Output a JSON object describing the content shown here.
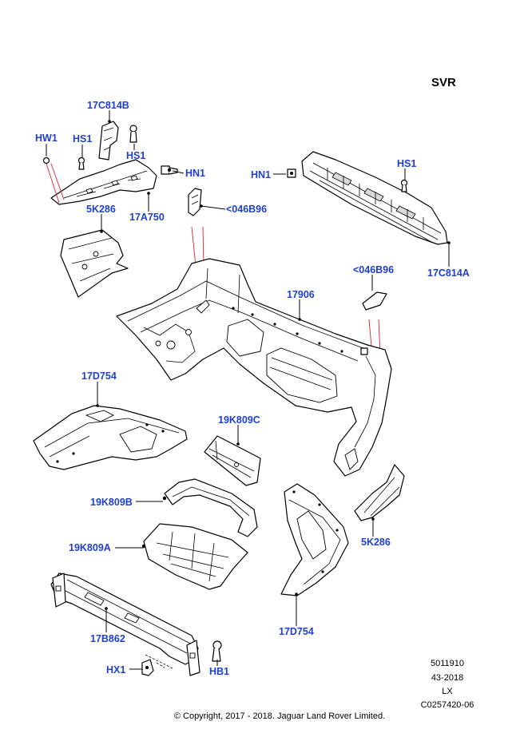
{
  "variant": "SVR",
  "callouts": [
    {
      "id": "17C814B",
      "label": "17C814B"
    },
    {
      "id": "HW1",
      "label": "HW1"
    },
    {
      "id": "HS1-left",
      "label": "HS1"
    },
    {
      "id": "HS1-left-2",
      "label": "HS1"
    },
    {
      "id": "HN1-left",
      "label": "HN1"
    },
    {
      "id": "17A750",
      "label": "17A750"
    },
    {
      "id": "5K286-left",
      "label": "5K286"
    },
    {
      "id": "046B96-left",
      "label": "<046B96"
    },
    {
      "id": "HN1-right",
      "label": "HN1"
    },
    {
      "id": "HS1-right",
      "label": "HS1"
    },
    {
      "id": "17C814A",
      "label": "17C814A"
    },
    {
      "id": "046B96-right",
      "label": "<046B96"
    },
    {
      "id": "17906",
      "label": "17906"
    },
    {
      "id": "17D754-left",
      "label": "17D754"
    },
    {
      "id": "19K809C",
      "label": "19K809C"
    },
    {
      "id": "19K809B",
      "label": "19K809B"
    },
    {
      "id": "19K809A",
      "label": "19K809A"
    },
    {
      "id": "5K286-right",
      "label": "5K286"
    },
    {
      "id": "17B862",
      "label": "17B862"
    },
    {
      "id": "17D754-right",
      "label": "17D754"
    },
    {
      "id": "HX1",
      "label": "HX1"
    },
    {
      "id": "HB1",
      "label": "HB1"
    }
  ],
  "info": {
    "line1": "5011910",
    "line2": "43-2018",
    "line3": "LX",
    "line4": "C0257420-06"
  },
  "copyright": "© Copyright, 2017 - 2018. Jaguar Land Rover Limited.",
  "colors": {
    "callout": "#1f3fd1",
    "redline": "#e0202a",
    "ink": "#000000"
  }
}
